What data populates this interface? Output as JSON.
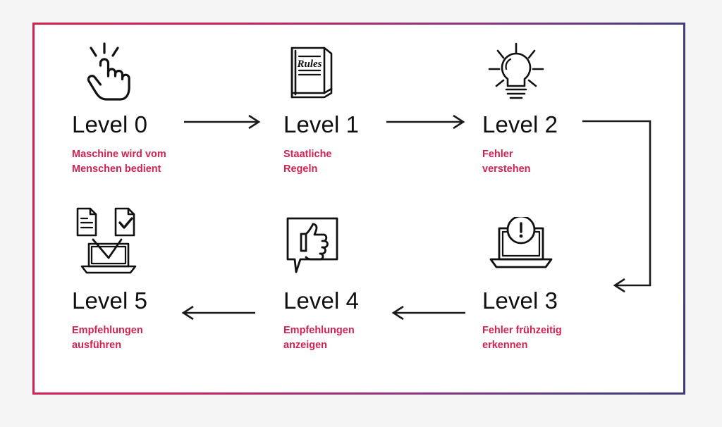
{
  "page": {
    "background_color": "#f6f5f5",
    "panel_background": "#ffffff",
    "accent_color": "#d2224f",
    "frame_gradient_from": "#d2204e",
    "frame_gradient_to": "#3f3c78",
    "title_color": "#0f0f0f",
    "line_color": "#1a1a1a"
  },
  "diagram": {
    "type": "flow",
    "levels": [
      {
        "id": "level-0",
        "title": "Level 0",
        "caption": "Maschine wird vom\nMenschen bedient",
        "icon": "pointing-hand-tap-icon"
      },
      {
        "id": "level-1",
        "title": "Level 1",
        "caption": "Staatliche\nRegeln",
        "icon": "rules-book-icon",
        "icon_text": "Rules"
      },
      {
        "id": "level-2",
        "title": "Level 2",
        "caption": "Fehler\nverstehen",
        "icon": "lightbulb-icon"
      },
      {
        "id": "level-3",
        "title": "Level 3",
        "caption": "Fehler frühzeitig\nerkennen",
        "icon": "laptop-warning-icon"
      },
      {
        "id": "level-4",
        "title": "Level 4",
        "caption": "Empfehlungen\nanzeigen",
        "icon": "thumbs-up-speech-bubble-icon"
      },
      {
        "id": "level-5",
        "title": "Level 5",
        "caption": "Empfehlungen\nausführen",
        "icon": "documents-to-laptop-icon"
      }
    ],
    "connectors": [
      {
        "id": "arrow-level0-to-level1",
        "direction": "right"
      },
      {
        "id": "arrow-level1-to-level2",
        "direction": "right"
      },
      {
        "id": "arrow-level2-to-level3",
        "direction": "elbow-down-left"
      },
      {
        "id": "arrow-level3-to-level4",
        "direction": "left"
      },
      {
        "id": "arrow-level4-to-level5",
        "direction": "left"
      }
    ]
  }
}
